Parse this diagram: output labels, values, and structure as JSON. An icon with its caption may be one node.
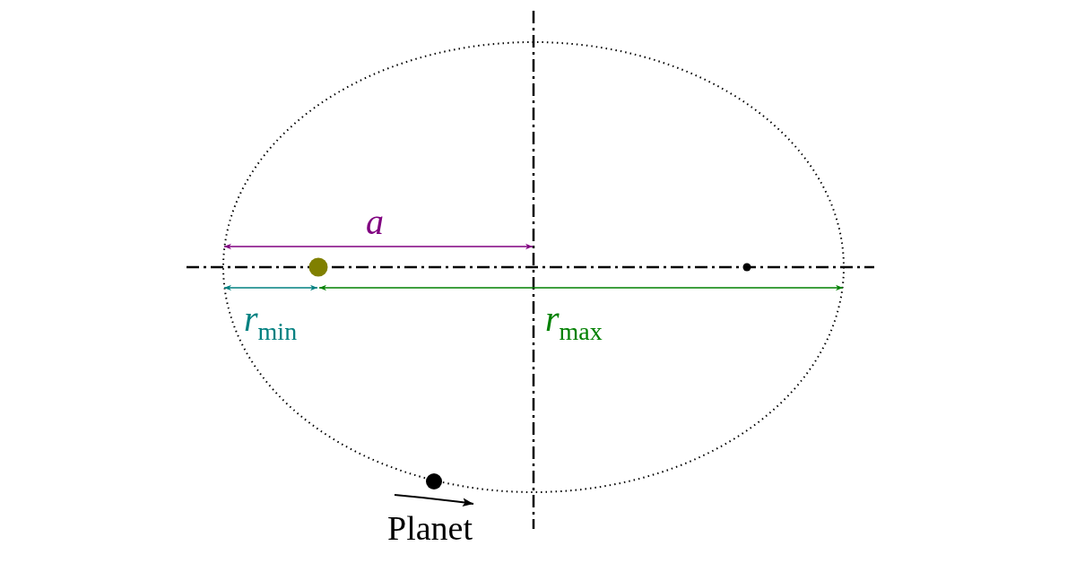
{
  "diagram": {
    "labels": [
      "a",
      "*r*$_{min}$",
      "*r*$_{max}$",
      "Planet"
    ]
  }
}
